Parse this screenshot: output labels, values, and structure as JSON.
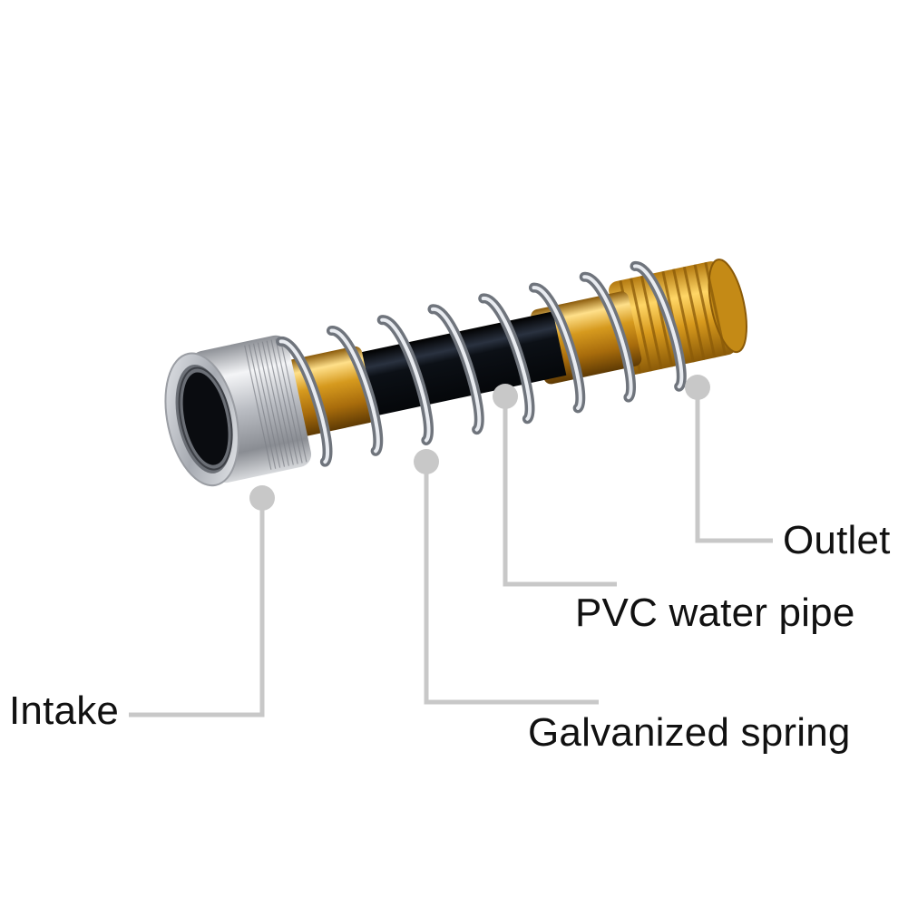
{
  "callouts": {
    "outlet": "Outlet",
    "pvc": "PVC water pipe",
    "intake": "Intake",
    "spring": "Galvanized spring"
  },
  "colors": {
    "leader": "#c8c8c8",
    "text": "#111111",
    "brass": "#e0a92c",
    "chrome": "#c9ccd1",
    "hose": "#151a22",
    "background": "#ffffff"
  }
}
